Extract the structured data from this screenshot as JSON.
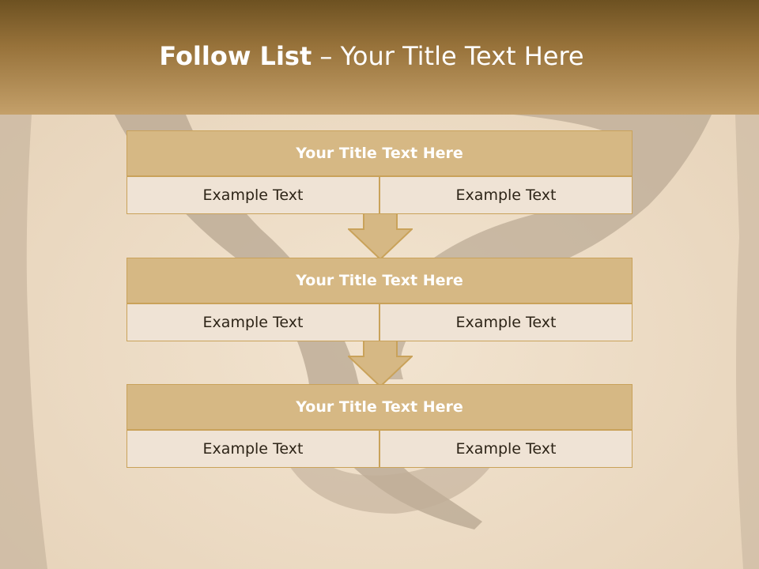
{
  "title": {
    "strong": "Follow List",
    "rest": " – Your Title Text Here"
  },
  "blocks": [
    {
      "heading": "Your Title Text Here",
      "left": "Example Text",
      "right": "Example Text"
    },
    {
      "heading": "Your Title Text Here",
      "left": "Example Text",
      "right": "Example Text"
    },
    {
      "heading": "Your Title Text Here",
      "left": "Example Text",
      "right": "Example Text"
    }
  ],
  "colors": {
    "header_dark": "#6d5121",
    "header_light": "#c4a06a",
    "box_fill": "#d6b884",
    "cell_fill": "#efe3d5",
    "border": "#c9a25a"
  },
  "icons": [
    "down-arrow-icon",
    "down-arrow-icon"
  ]
}
